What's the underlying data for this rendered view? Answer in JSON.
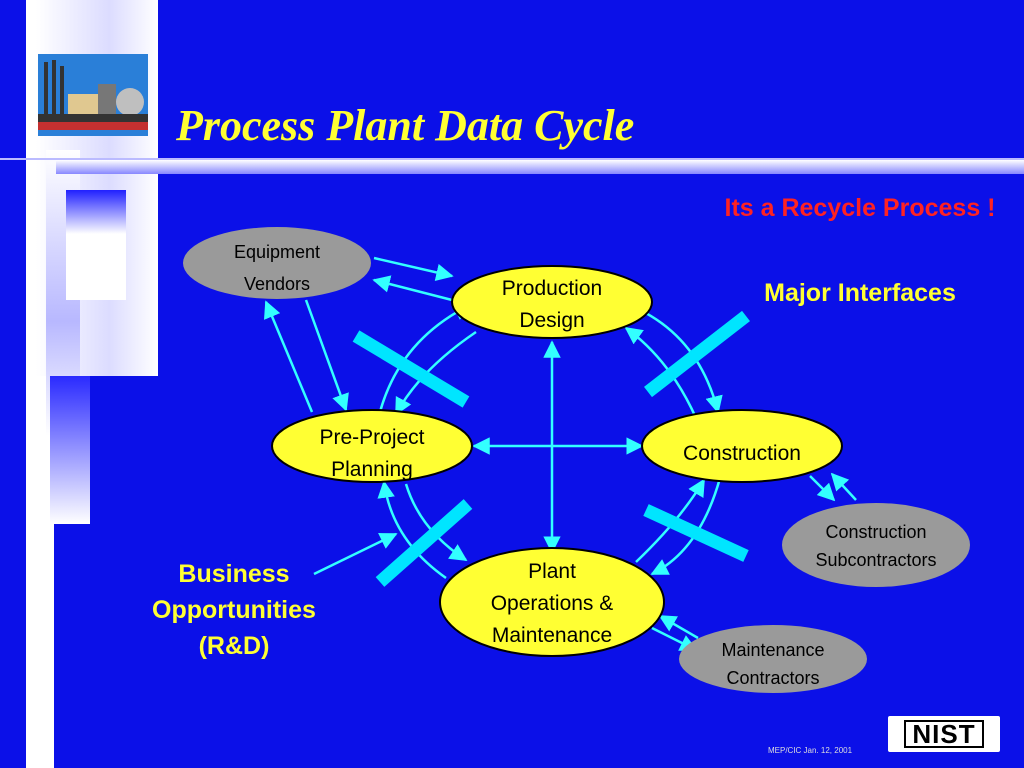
{
  "slide": {
    "title": "Process Plant Data Cycle",
    "recycle_text": "Its a Recycle Process !",
    "interfaces_text": "Major Interfaces",
    "business_text": "Business Opportunities (R&D)",
    "footer": "MEP/CIC Jan. 12, 2001",
    "logo_text": "NIST"
  },
  "nodes": {
    "equipment_vendors": [
      "Equipment",
      "Vendors"
    ],
    "production_design": [
      "Production",
      "Design"
    ],
    "pre_project_planning": [
      "Pre-Project",
      "Planning"
    ],
    "construction": [
      "Construction"
    ],
    "plant_operations": [
      "Plant",
      "Operations &",
      "Maintenance"
    ],
    "construction_subcontractors": [
      "Construction",
      "Subcontractors"
    ],
    "maintenance_contractors": [
      "Maintenance",
      "Contractors"
    ]
  },
  "colors": {
    "background": "#0b10e8",
    "primary_node": "#ffff33",
    "secondary_node": "#9a9a9a",
    "arrow": "#33ffff",
    "title": "#ffff33",
    "recycle_text": "#ff2222"
  }
}
